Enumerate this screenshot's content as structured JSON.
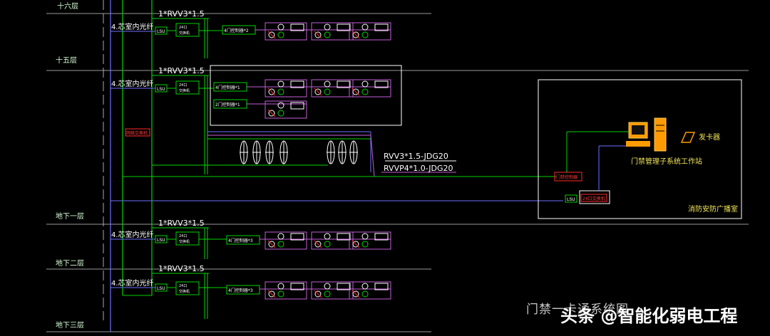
{
  "floors": [
    "十六层",
    "十五层",
    "地下一层",
    "地下二层",
    "地下三层"
  ],
  "cable_riser": "4.芯室内光纤",
  "cable_top": "1*RVV3*1.5",
  "mux_label": "24口\n交换机",
  "lsu": "LSU",
  "branch_labels": {
    "f16": "4门控制器*2",
    "f15a": "4门控制器*1",
    "f15b": "2门控制器*1",
    "b1": "4门控制器*3",
    "b2": "4门控制器*3"
  },
  "red_box_left": "网络交换机",
  "bus_cable_1": "RVV3*1.5-JDG20",
  "bus_cable_2": "RVVP4*1.0-JDG20",
  "control_room": {
    "title": "消防安防广播室",
    "workstation": "门禁管理子系统工作站",
    "card_issuer": "发卡器",
    "red1": "门禁控制器",
    "red2": "24口交换机"
  },
  "watermark": {
    "title": "门禁一卡通系统图",
    "brand": "头条 @智能化弱电工程"
  },
  "colors": {
    "bg": "#000000",
    "green": "#00d400",
    "purple": "#c45ed8",
    "blue": "#6e6eff",
    "white": "#ffffff",
    "red": "#ff2a2a",
    "orange": "#ff9a00",
    "gray": "#8a8a8a"
  }
}
